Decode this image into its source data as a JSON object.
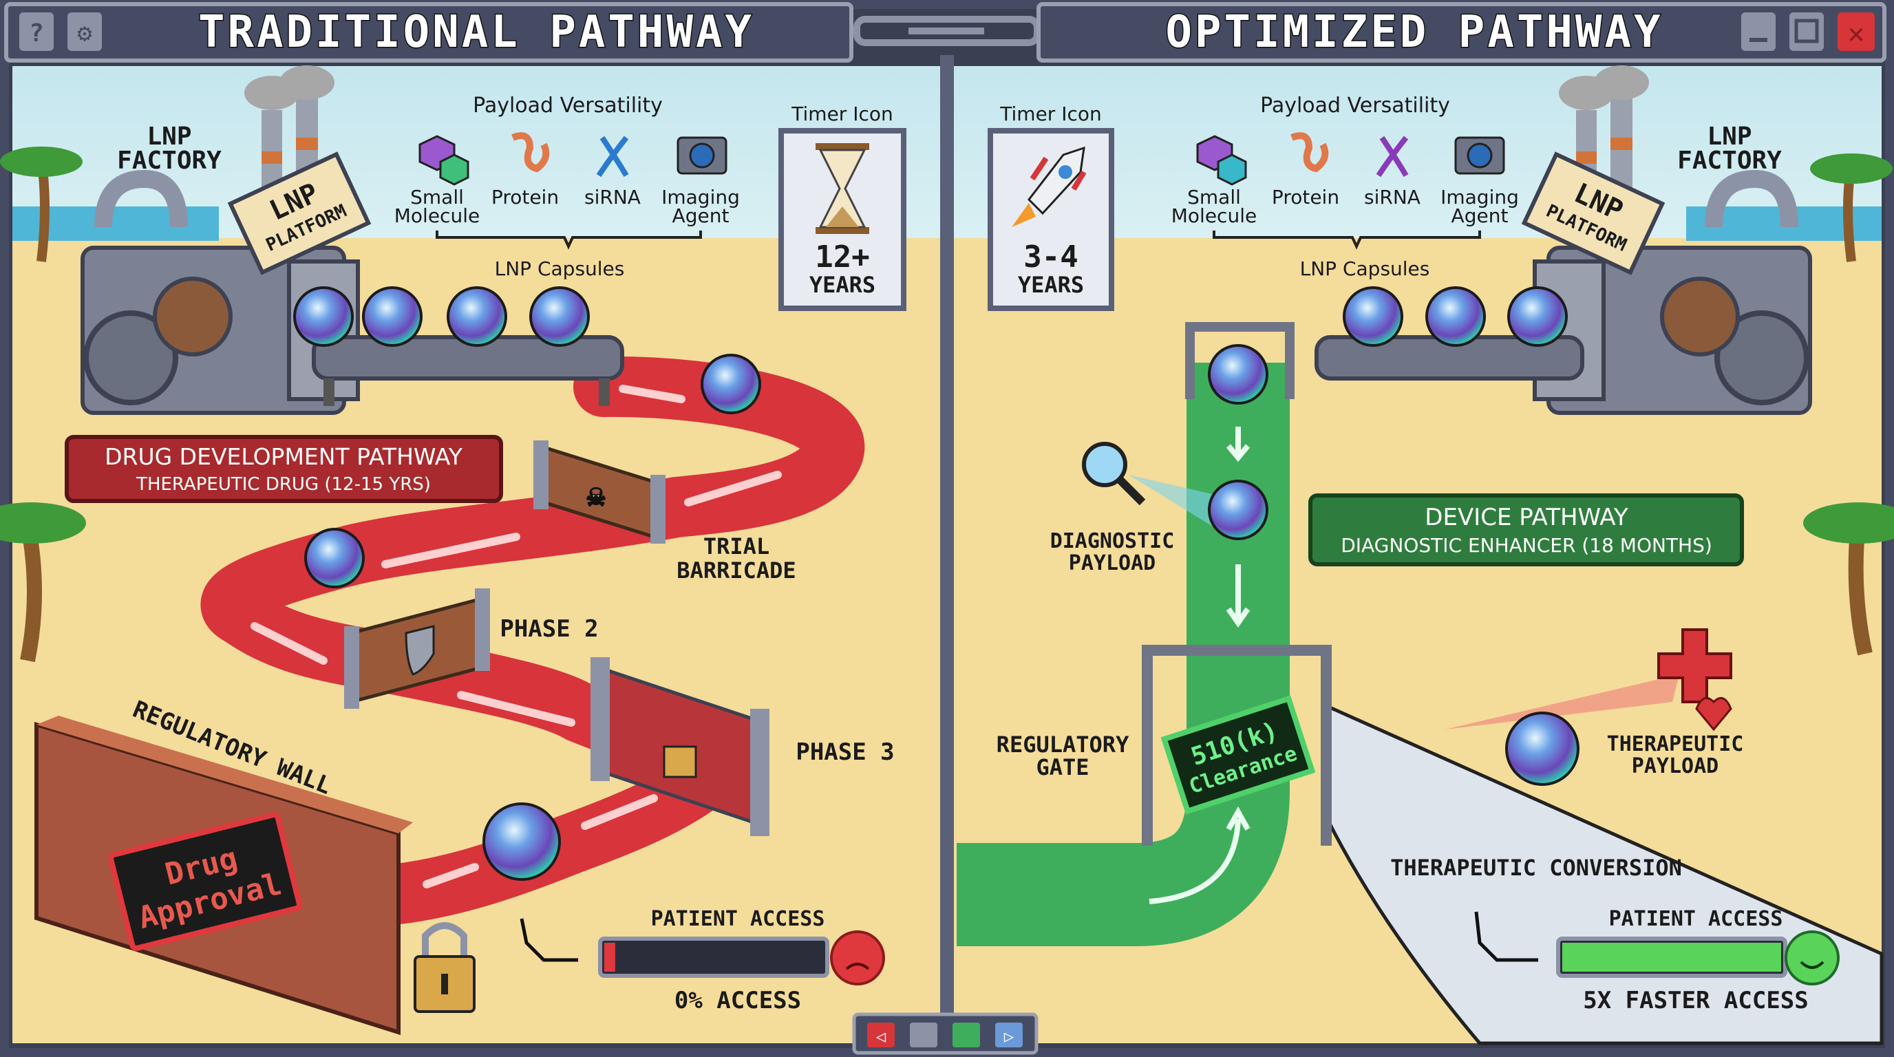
{
  "window": {
    "left_title": "TRADITIONAL PATHWAY",
    "right_title": "OPTIMIZED PATHWAY",
    "left_buttons": [
      "help-icon",
      "gear-icon"
    ],
    "right_buttons": [
      "minimize-icon",
      "maximize-icon",
      "close-icon"
    ],
    "bottom_controls": [
      "back-icon",
      "window-icon",
      "stop-icon",
      "play-icon"
    ]
  },
  "left": {
    "factory_label": [
      "LNP",
      "FACTORY"
    ],
    "platform_sign": [
      "LNP",
      "PLATFORM"
    ],
    "payload_title": "Payload Versatility",
    "payloads": [
      {
        "label": [
          "Small",
          "Molecule"
        ],
        "icon": "molecule-icon"
      },
      {
        "label": [
          "Protein"
        ],
        "icon": "protein-icon"
      },
      {
        "label": [
          "siRNA"
        ],
        "icon": "dna-icon"
      },
      {
        "label": [
          "Imaging",
          "Agent"
        ],
        "icon": "camera-icon"
      }
    ],
    "capsules_label": "LNP Capsules",
    "timer": {
      "title": "Timer Icon",
      "value": "12+",
      "unit": "YEARS",
      "icon": "hourglass-icon"
    },
    "pathway_box": {
      "title": "DRUG DEVELOPMENT PATHWAY",
      "subtitle": "THERAPEUTIC DRUG (12-15 YRS)"
    },
    "trial_barricade": [
      "TRIAL",
      "BARRICADE"
    ],
    "phase2": "PHASE 2",
    "phase3": "PHASE 3",
    "regulatory_wall": "REGULATORY WALL",
    "drug_approval": [
      "Drug",
      "Approval"
    ],
    "patient_access": {
      "label": "PATIENT ACCESS",
      "result": "0% ACCESS",
      "fill_fraction": 0.05,
      "mood": "sad-face-icon"
    }
  },
  "right": {
    "factory_label": [
      "LNP",
      "FACTORY"
    ],
    "platform_sign": [
      "LNP",
      "PLATFORM"
    ],
    "payload_title": "Payload Versatility",
    "payloads": [
      {
        "label": [
          "Small",
          "Molecule"
        ],
        "icon": "molecule-icon"
      },
      {
        "label": [
          "Protein"
        ],
        "icon": "protein-icon"
      },
      {
        "label": [
          "siRNA"
        ],
        "icon": "dna-icon"
      },
      {
        "label": [
          "Imaging",
          "Agent"
        ],
        "icon": "camera-icon"
      }
    ],
    "capsules_label": "LNP Capsules",
    "timer": {
      "title": "Timer Icon",
      "value": "3-4",
      "unit": "YEARS",
      "icon": "rocket-icon"
    },
    "diagnostic_payload": [
      "DIAGNOSTIC",
      "PAYLOAD"
    ],
    "pathway_box": {
      "title": "DEVICE PATHWAY",
      "subtitle": "DIAGNOSTIC ENHANCER (18 MONTHS)"
    },
    "regulatory_gate": [
      "REGULATORY",
      "GATE"
    ],
    "clearance": [
      "510(k)",
      "Clearance"
    ],
    "therapeutic_payload": [
      "THERAPEUTIC",
      "PAYLOAD"
    ],
    "therapeutic_conversion": "THERAPEUTIC CONVERSION",
    "patient_access": {
      "label": "PATIENT ACCESS",
      "result": "5X FASTER ACCESS",
      "fill_fraction": 1.0,
      "mood": "happy-face-icon"
    }
  },
  "colors": {
    "frame": "#454b63",
    "sky": "#cfeaf0",
    "sand": "#f4dc9a",
    "red_path": "#d8343c",
    "green_path": "#3fae5c",
    "drug_box": "#a82a2e",
    "device_box": "#2f7d3e",
    "access_red": "#e0393d",
    "access_green": "#5ad35a"
  }
}
